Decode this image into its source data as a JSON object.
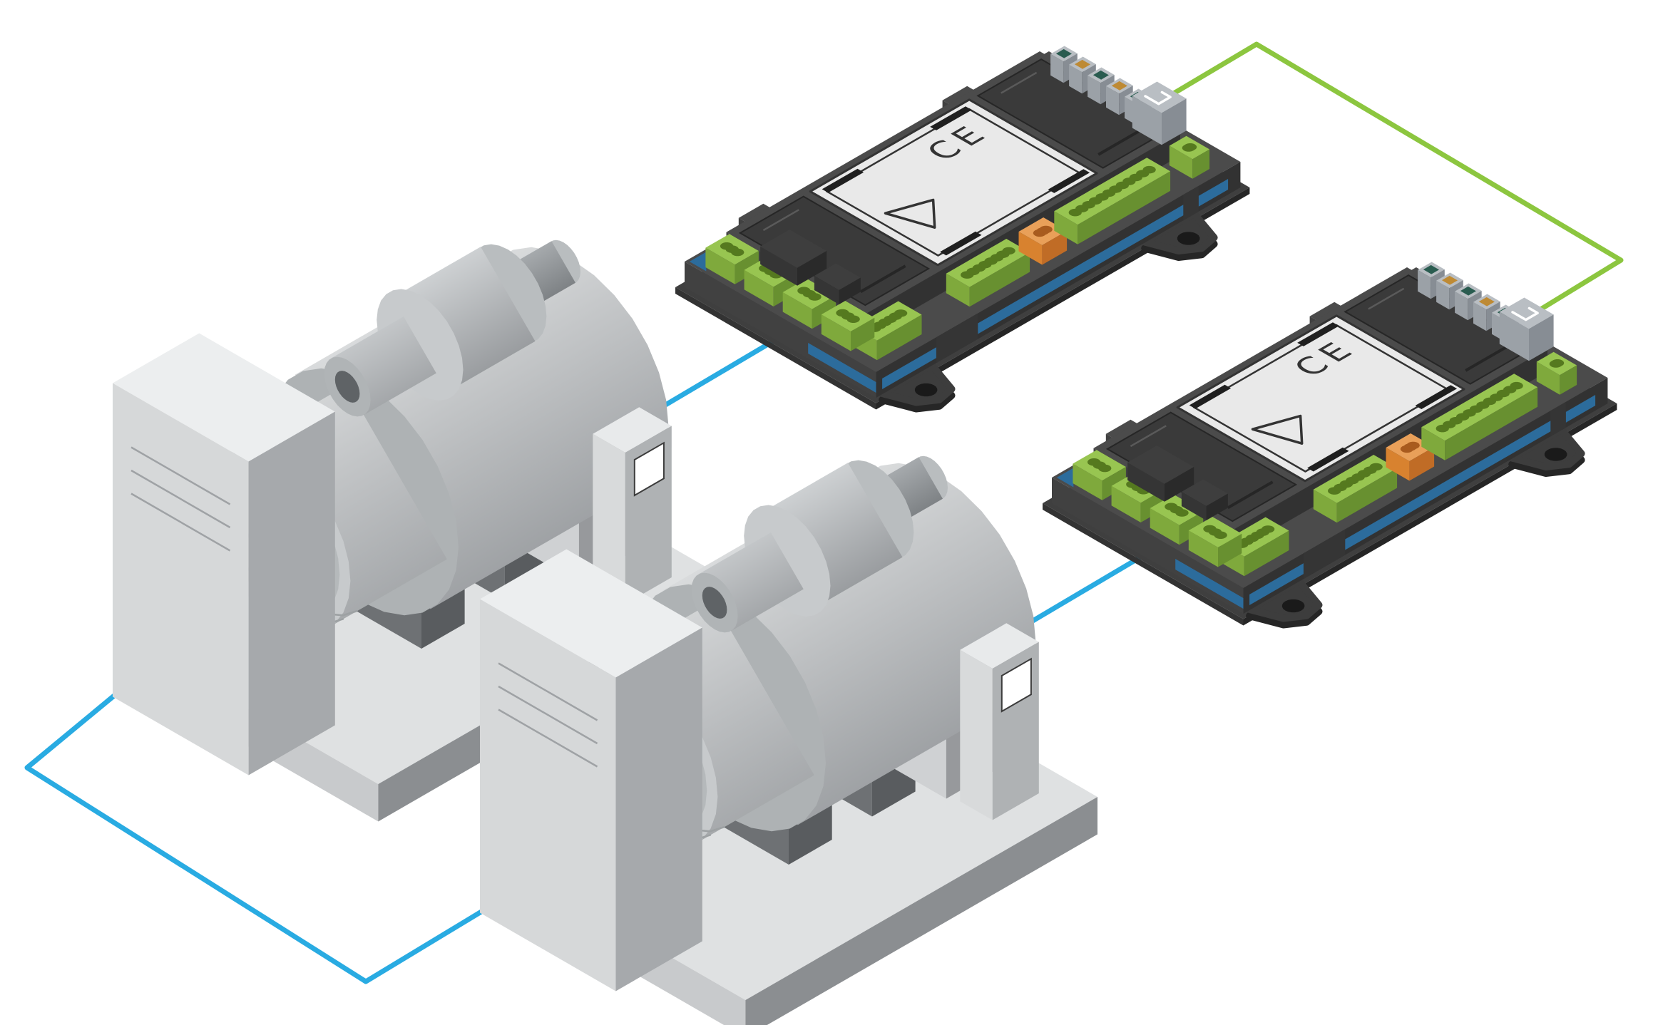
{
  "scene": {
    "label": {
      "ce_mark": "CE"
    },
    "devices": [
      {
        "id": "generator-1",
        "kind": "generator-set"
      },
      {
        "id": "generator-2",
        "kind": "generator-set"
      },
      {
        "id": "controller-1",
        "kind": "plc-controller-module"
      },
      {
        "id": "controller-2",
        "kind": "plc-controller-module"
      }
    ],
    "connections": [
      {
        "id": "network-link-green",
        "from": "controller-1",
        "to": "controller-2",
        "color": "#8CC63F"
      },
      {
        "id": "field-link-gen1-ctrl1",
        "from": "generator-1",
        "to": "controller-1",
        "color": "#29ABE2"
      },
      {
        "id": "field-link-gen2-ctrl2",
        "from": "generator-2",
        "to": "controller-2",
        "color": "#29ABE2"
      },
      {
        "id": "bus-link-gen1-gen2",
        "from": "generator-1",
        "to": "generator-2",
        "color": "#29ABE2"
      }
    ],
    "colors": {
      "background": "#FFFFFF",
      "wire_blue": "#29ABE2",
      "wire_green": "#8CC63F",
      "housing_top": "#4B4B4B",
      "housing_left": "#414141",
      "housing_right": "#323232",
      "plate_top": "#3F3F3F",
      "plate_left": "#333333",
      "plate_right": "#262626",
      "recess": "#3A3A3A",
      "slot_dark": "#262626",
      "slot_lite": "#5A5A5A",
      "rib": "#353535",
      "pcb_blue": "#2C6C9C",
      "terminal_top": "#98C551",
      "terminal_left": "#7FA93C",
      "terminal_right": "#689030",
      "terminal_hole": "#55791F",
      "orange_top": "#E9A059",
      "orange_left": "#D8822F",
      "orange_right": "#C06C26",
      "orange_hole": "#A85B1E",
      "conn_top": "#B9BEC3",
      "conn_left": "#9BA1A7",
      "conn_right": "#878D94",
      "dot_orange": "#BE8A34",
      "dot_teal": "#2A5C50",
      "label_bg": "#E9E9E9",
      "label_ink": "#333333",
      "bar_black": "#1F1F1F",
      "tab_top": "#3D3D3D",
      "tab_side": "#262626",
      "hole_black": "#1A1A1A",
      "cab_top": "#ECEEEF",
      "cab_left": "#D6D8D9",
      "cab_right": "#A6A9AC",
      "cab_line": "#9FA2A5",
      "base_top": "#DFE1E2",
      "base_left": "#C8CACC",
      "base_right": "#8B8E91",
      "foot_left": "#6E7174",
      "foot_right": "#595C5F",
      "ped_left": "#CFD1D3",
      "ped_right": "#97999C",
      "panel_top": "#E8EAEB",
      "panel_left": "#D8DADB",
      "panel_right": "#AFB2B4",
      "screen_white": "#FFFFFF",
      "body_hi": "#D9DBDC",
      "body_lo": "#9FA2A5",
      "small_hi": "#CDD0D2",
      "small_lo": "#9A9DA0",
      "shaft_hi": "#A6AAAD",
      "shaft_lo": "#7F8386",
      "ring_line": "#9DA1A3",
      "face_outer": "#C7CACC",
      "face_inner": "#B5B9BB",
      "body_end": "#AEB2B4",
      "tip_lite": "#B9BDBF",
      "bore_dark": "#5F6366",
      "pipe_face": "#B0B4B6"
    }
  }
}
